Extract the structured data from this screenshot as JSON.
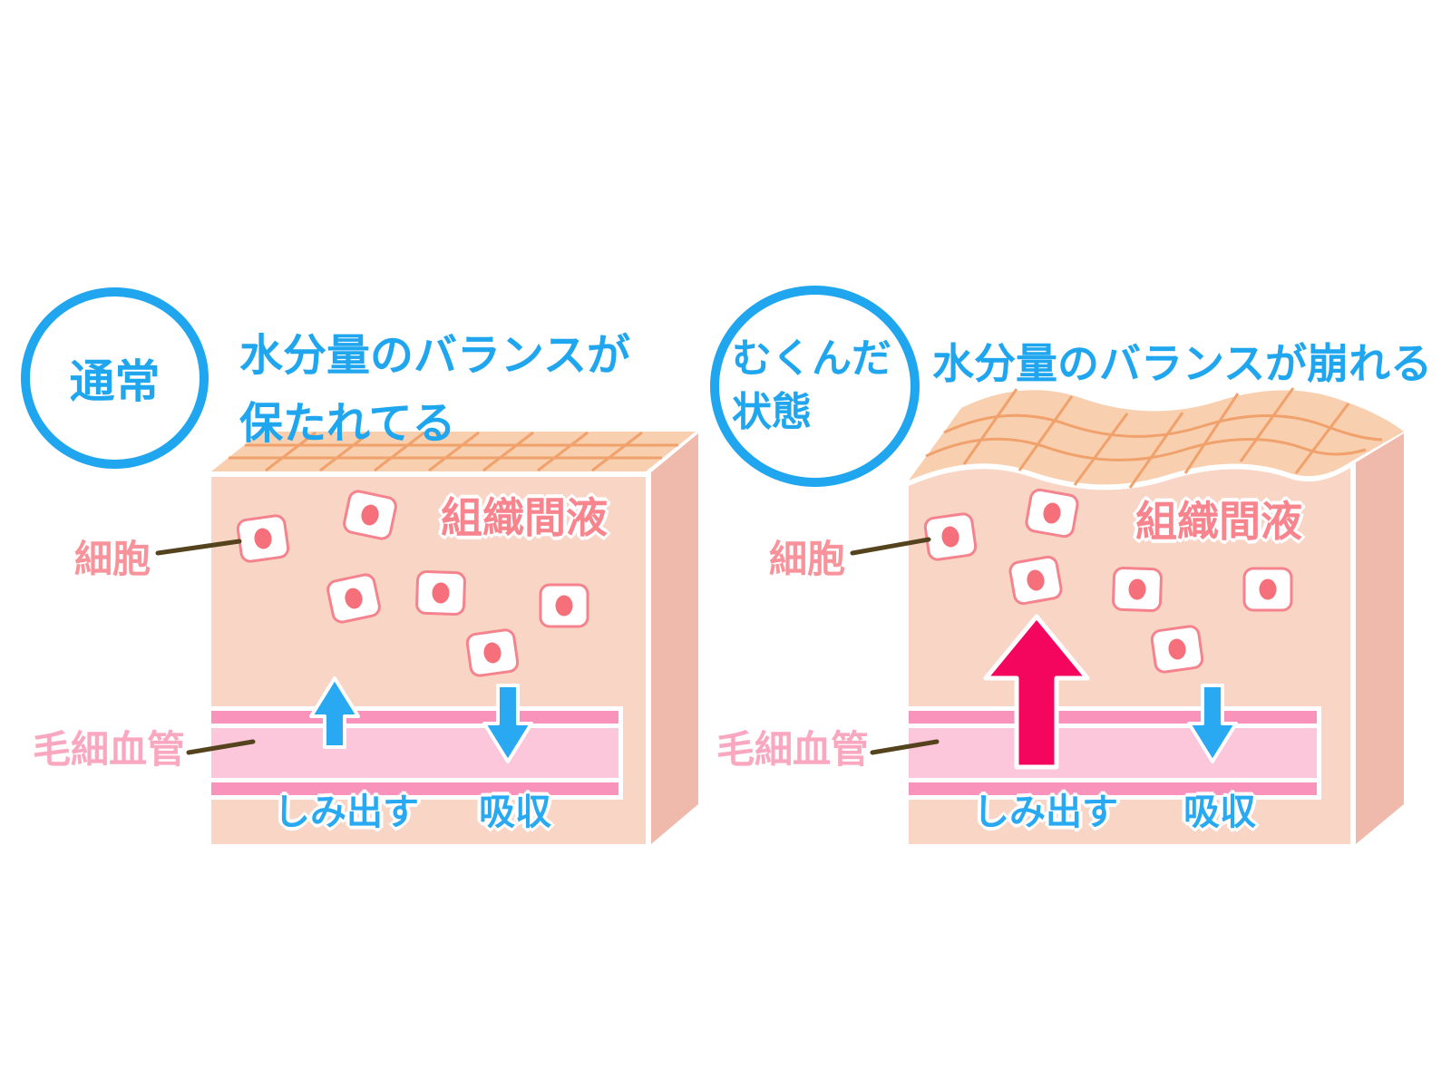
{
  "diagram_type": "skin-cross-section-comparison",
  "colors": {
    "accent_blue": "#1FA6EF",
    "arrow_blue": "#29A9F1",
    "arrow_crimson": "#F4065F",
    "skin_front": "#F9D5C6",
    "skin_side": "#EFBAAC",
    "skin_top": "#F8CFAF",
    "skin_grid_line": "#F1A16B",
    "capillary_wall": "#FA93BB",
    "capillary_inner": "#FCC6DB",
    "cell_border": "#F5838D",
    "cell_nucleus": "#F5707B",
    "interstitial_text": "#F8848D",
    "cell_text": "#F9939B",
    "capillary_text": "#FAA8C0",
    "leader_line": "#54431D"
  },
  "icons": {
    "seep_arrow": "up-arrow",
    "absorb_arrow": "down-arrow",
    "swell_arrow": "large-up-arrow",
    "cell": "rounded-square-with-round-nucleus"
  },
  "panels": {
    "left": {
      "badge": "通常",
      "headline": [
        "水分量のバランスが",
        "保たれてる"
      ],
      "labels": {
        "interstitial_fluid": "組織間液",
        "cell": "細胞",
        "capillary": "毛細血管",
        "seep_out": "しみ出す",
        "absorb": "吸収"
      }
    },
    "right": {
      "badge": [
        "むくんだ",
        "状態"
      ],
      "headline": [
        "水分量のバランスが崩れる"
      ],
      "labels": {
        "interstitial_fluid": "組織間液",
        "cell": "細胞",
        "capillary": "毛細血管",
        "seep_out": "しみ出す",
        "absorb": "吸収"
      }
    }
  }
}
